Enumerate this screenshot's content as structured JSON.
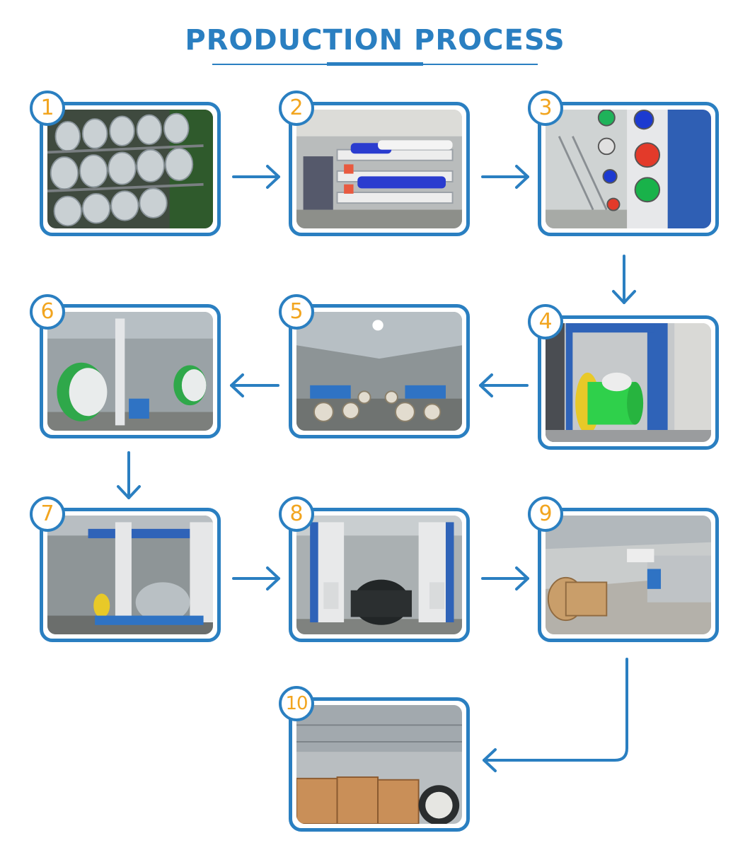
{
  "header": {
    "title": "PRODUCTION PROCESS"
  },
  "colors": {
    "accent": "#2a7fc1",
    "number": "#f2a51f",
    "background": "#ffffff"
  },
  "steps": [
    {
      "number": "1"
    },
    {
      "number": "2"
    },
    {
      "number": "3"
    },
    {
      "number": "4"
    },
    {
      "number": "5"
    },
    {
      "number": "6"
    },
    {
      "number": "7"
    },
    {
      "number": "8"
    },
    {
      "number": "9"
    },
    {
      "number": "10"
    }
  ]
}
